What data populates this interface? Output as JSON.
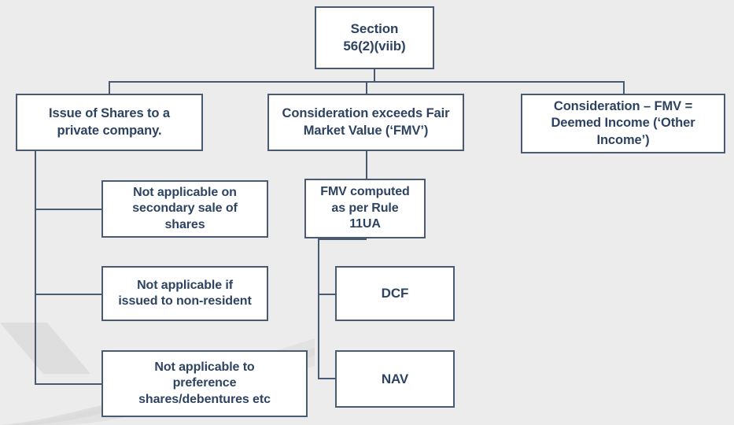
{
  "diagram": {
    "title": "Section 56(2)(viib) flowchart",
    "colors": {
      "background": "#ececec",
      "box_fill": "#ffffff",
      "box_border": "#4a5a72",
      "text": "#2e4362",
      "connector": "#4a5a72",
      "decoration": "#dcdcdc"
    },
    "nodes": {
      "root": "Section\n56(2)(viib)",
      "issue_of_shares": "Issue of Shares to a\nprivate company.",
      "consideration_exceeds": "Consideration exceeds Fair\nMarket Value (‘FMV’)",
      "deemed_income": "Consideration – FMV =\nDeemed Income (‘Other\nIncome’)",
      "not_secondary_sale": "Not applicable on\nsecondary sale of\nshares",
      "not_non_resident": "Not applicable if\nissued to non-resident",
      "not_preference": "Not applicable to\npreference\nshares/debentures etc",
      "fmv_rule": "FMV computed\nas per Rule\n11UA",
      "dcf": "DCF",
      "nav": "NAV"
    }
  }
}
